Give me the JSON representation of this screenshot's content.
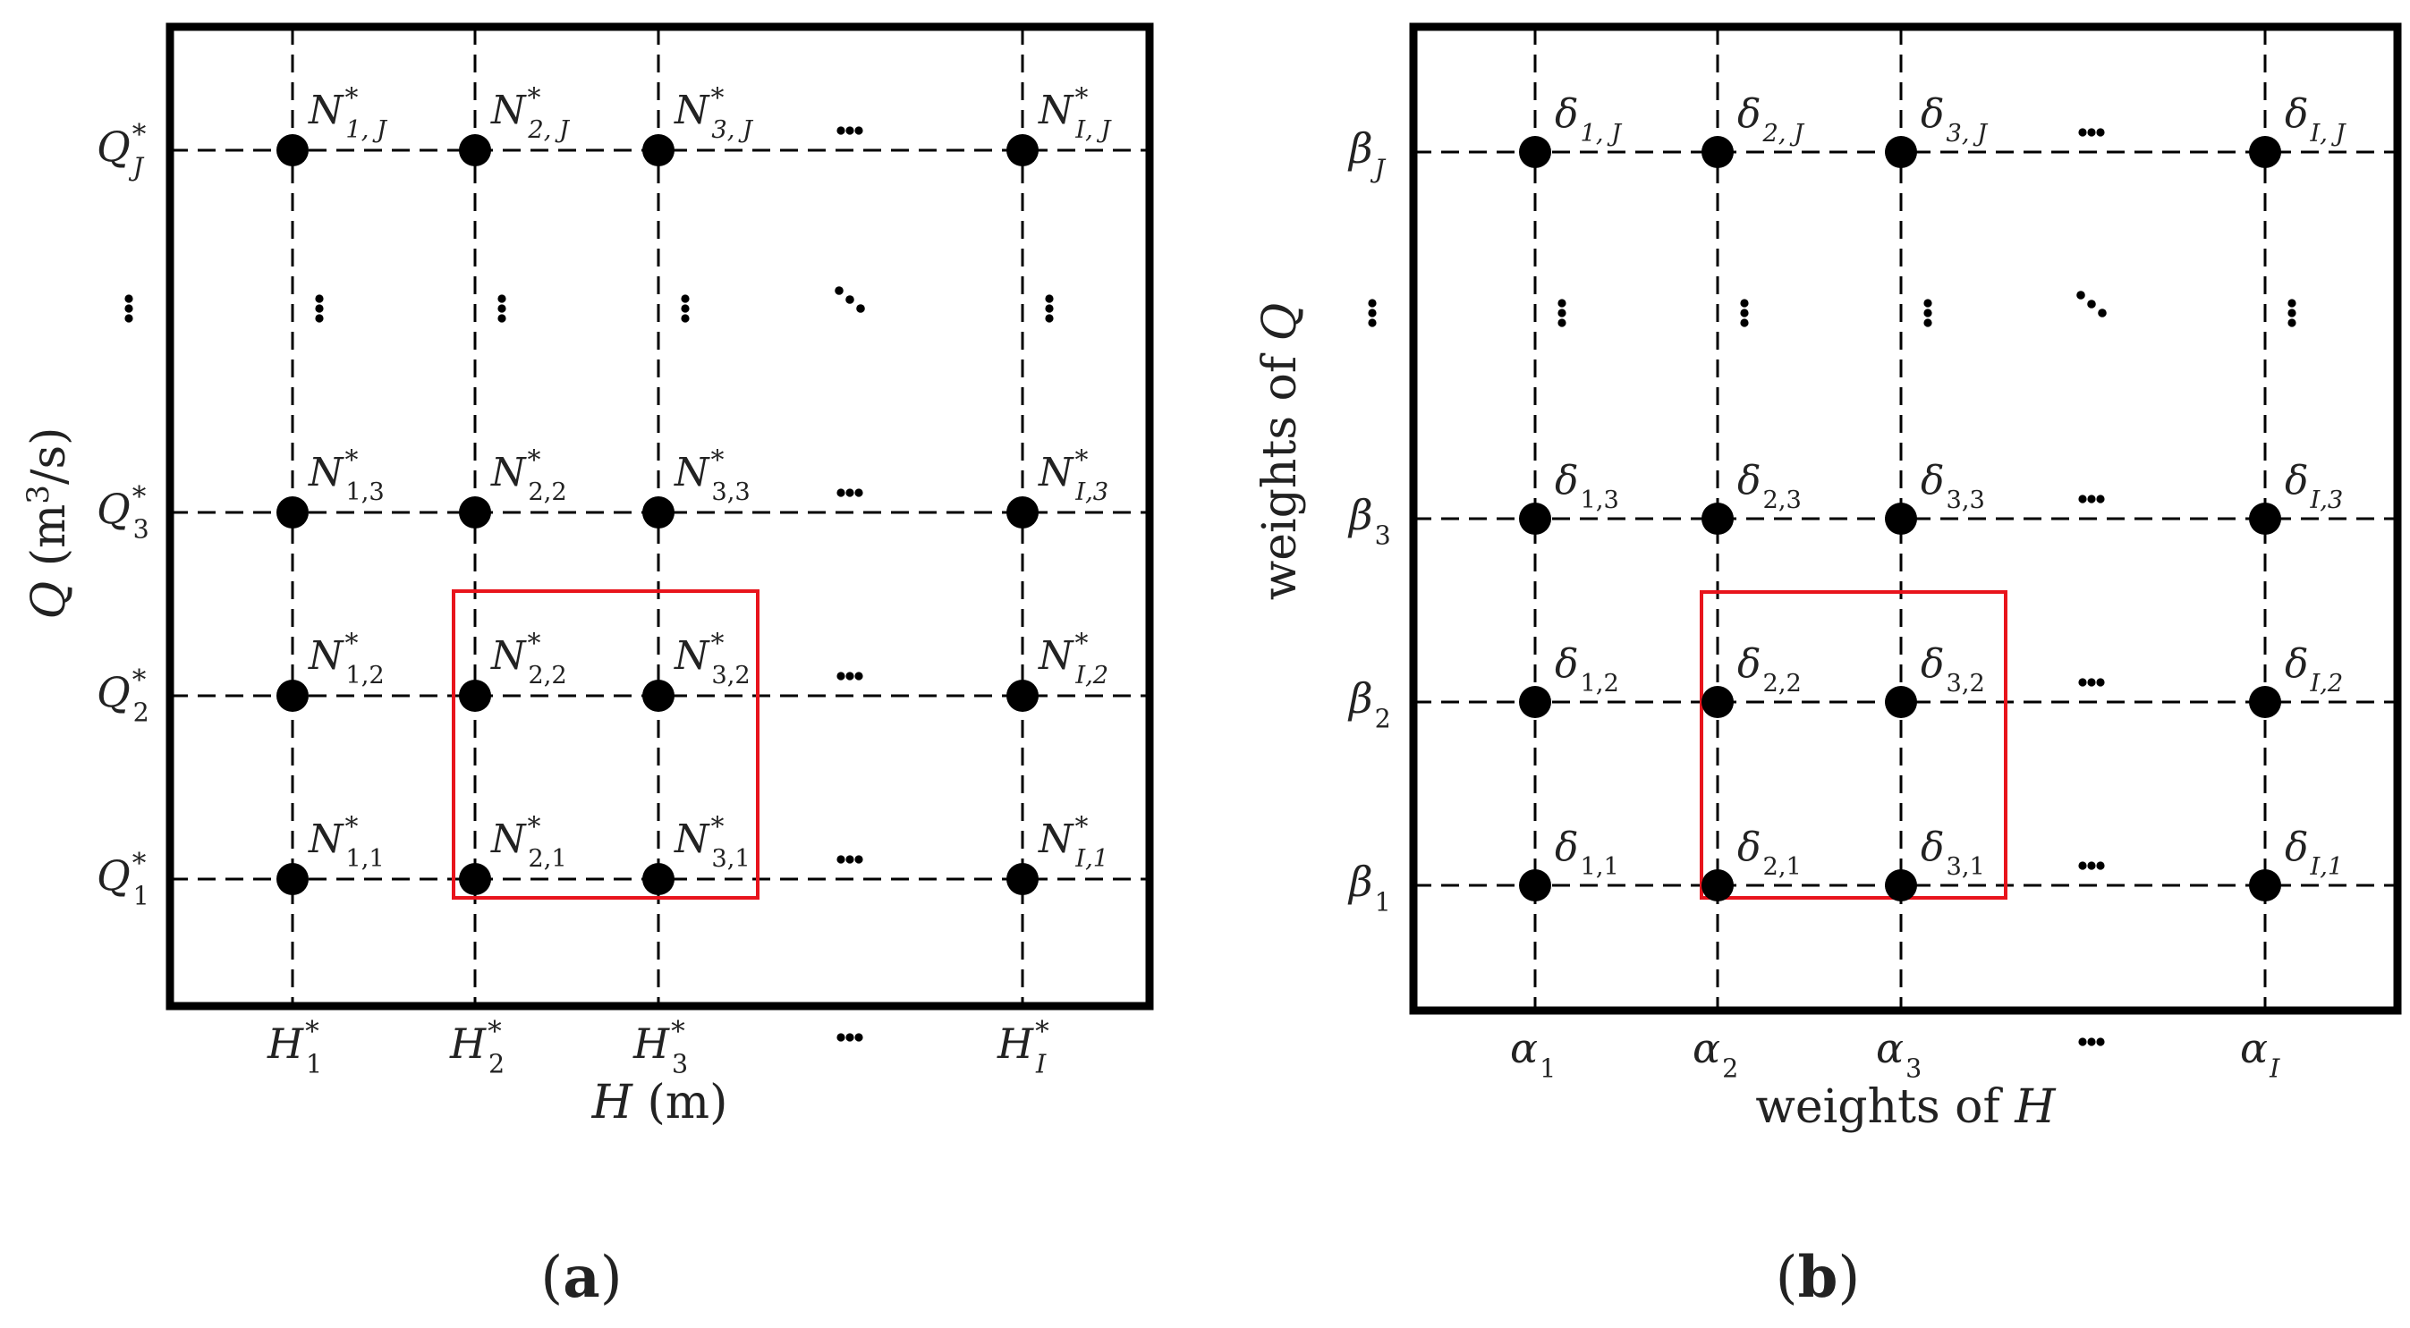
{
  "colors": {
    "frame": "#000000",
    "grid": "#000000",
    "node": "#000000",
    "highlight": "#e8141c",
    "text": "#222222"
  },
  "ellipsis_glyph": "•••",
  "panels": [
    {
      "id": "a",
      "caption_letter": "a",
      "x_axis_label": {
        "var": "H",
        "unit": " (m)"
      },
      "y_axis_label": {
        "var": "Q",
        "unit_pre": " (m",
        "unit_sup": "3",
        "unit_post": "/s)"
      },
      "x_ticks": [
        {
          "base": "H",
          "sup": "*",
          "sub": "1"
        },
        {
          "base": "H",
          "sup": "*",
          "sub": "2"
        },
        {
          "base": "H",
          "sup": "*",
          "sub": "3"
        },
        {
          "ellipsis": true
        },
        {
          "base": "H",
          "sup": "*",
          "sub": "I"
        }
      ],
      "y_ticks": [
        {
          "base": "Q",
          "sup": "*",
          "sub": "J"
        },
        {
          "ellipsis": true
        },
        {
          "base": "Q",
          "sup": "*",
          "sub": "3"
        },
        {
          "base": "Q",
          "sup": "*",
          "sub": "2"
        },
        {
          "base": "Q",
          "sup": "*",
          "sub": "1"
        }
      ],
      "node_labels": [
        [
          {
            "base": "N",
            "sup": "*",
            "sub": "1, J"
          },
          {
            "base": "N",
            "sup": "*",
            "sub": "2, J"
          },
          {
            "base": "N",
            "sup": "*",
            "sub": "3, J"
          },
          {
            "ellipsis": true
          },
          {
            "base": "N",
            "sup": "*",
            "sub": "I, J"
          }
        ],
        [],
        [
          {
            "base": "N",
            "sup": "*",
            "sub": "1,3"
          },
          {
            "base": "N",
            "sup": "*",
            "sub": "2,2"
          },
          {
            "base": "N",
            "sup": "*",
            "sub": "3,3"
          },
          {
            "ellipsis": true
          },
          {
            "base": "N",
            "sup": "*",
            "sub": "I,3"
          }
        ],
        [
          {
            "base": "N",
            "sup": "*",
            "sub": "1,2"
          },
          {
            "base": "N",
            "sup": "*",
            "sub": "2,2"
          },
          {
            "base": "N",
            "sup": "*",
            "sub": "3,2"
          },
          {
            "ellipsis": true
          },
          {
            "base": "N",
            "sup": "*",
            "sub": "I,2"
          }
        ],
        [
          {
            "base": "N",
            "sup": "*",
            "sub": "1,1"
          },
          {
            "base": "N",
            "sup": "*",
            "sub": "2,1"
          },
          {
            "base": "N",
            "sup": "*",
            "sub": "3,1"
          },
          {
            "ellipsis": true
          },
          {
            "base": "N",
            "sup": "*",
            "sub": "I,1"
          }
        ]
      ]
    },
    {
      "id": "b",
      "caption_letter": "b",
      "x_axis_label": {
        "var": "H",
        "unit": "",
        "prefix": "weights of "
      },
      "y_axis_label": {
        "var": "Q",
        "prefix": "weights of "
      },
      "x_ticks": [
        {
          "base": "α",
          "sub": "1"
        },
        {
          "base": "α",
          "sub": "2"
        },
        {
          "base": "α",
          "sub": "3"
        },
        {
          "ellipsis": true
        },
        {
          "base": "α",
          "sub": "I"
        }
      ],
      "y_ticks": [
        {
          "base": "β",
          "sub": "J"
        },
        {
          "ellipsis": true
        },
        {
          "base": "β",
          "sub": "3"
        },
        {
          "base": "β",
          "sub": "2"
        },
        {
          "base": "β",
          "sub": "1"
        }
      ],
      "node_labels": [
        [
          {
            "base": "δ",
            "sub": "1, J"
          },
          {
            "base": "δ",
            "sub": "2, J"
          },
          {
            "base": "δ",
            "sub": "3, J"
          },
          {
            "ellipsis": true
          },
          {
            "base": "δ",
            "sub": "I, J"
          }
        ],
        [],
        [
          {
            "base": "δ",
            "sub": "1,3"
          },
          {
            "base": "δ",
            "sub": "2,3"
          },
          {
            "base": "δ",
            "sub": "3,3"
          },
          {
            "ellipsis": true
          },
          {
            "base": "δ",
            "sub": "I,3"
          }
        ],
        [
          {
            "base": "δ",
            "sub": "1,2"
          },
          {
            "base": "δ",
            "sub": "2,2"
          },
          {
            "base": "δ",
            "sub": "3,2"
          },
          {
            "ellipsis": true
          },
          {
            "base": "δ",
            "sub": "I,2"
          }
        ],
        [
          {
            "base": "δ",
            "sub": "1,1"
          },
          {
            "base": "δ",
            "sub": "2,1"
          },
          {
            "base": "δ",
            "sub": "3,1"
          },
          {
            "ellipsis": true
          },
          {
            "base": "δ",
            "sub": "I,1"
          }
        ]
      ]
    }
  ]
}
